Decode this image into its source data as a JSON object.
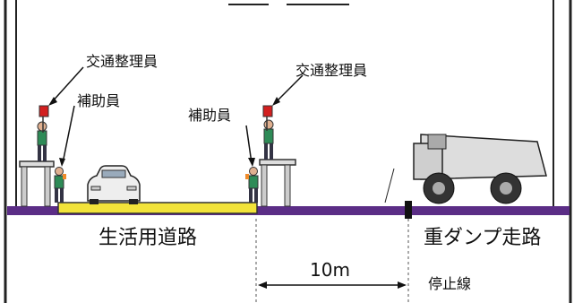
{
  "labels": {
    "traffic_controller_left": "交通整理員",
    "traffic_controller_right": "交通整理員",
    "assistant_left": "補助員",
    "assistant_right": "補助員",
    "road_general": "生活用道路",
    "road_dump": "重ダンプ走路",
    "distance": "10m",
    "stop_line": "停止線"
  },
  "colors": {
    "road": "#5b2d86",
    "crossing": "#f2e33a",
    "vest": "#2e8b57",
    "flag": "#d21f1f"
  }
}
